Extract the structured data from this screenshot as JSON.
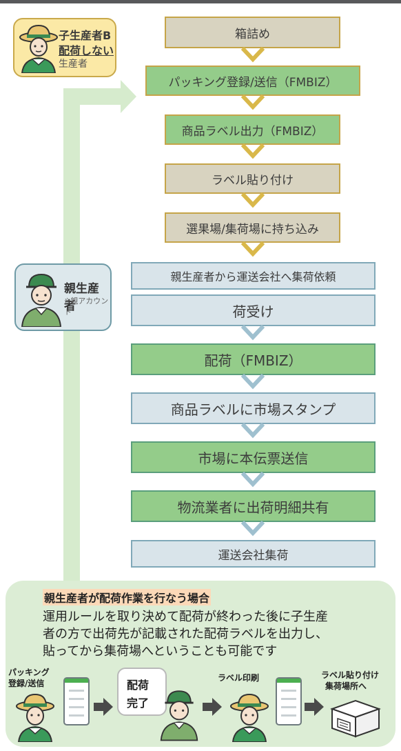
{
  "producer_b": {
    "line1": "子生産者B",
    "line2": "配荷しない",
    "line3": "生産者"
  },
  "parent": {
    "title": "親生産者",
    "note": "※親アカウント"
  },
  "steps": [
    "箱詰め",
    "パッキング登録/送信（FMBIZ）",
    "商品ラベル出力（FMBIZ）",
    "ラベル貼り付け",
    "選果場/集荷場に持ち込み",
    "親生産者から運送会社へ集荷依頼",
    "荷受け",
    "配荷（FMBIZ）",
    "商品ラベルに市場スタンプ",
    "市場に本伝票送信",
    "物流業者に出荷明細共有",
    "運送会社集荷"
  ],
  "bottom": {
    "heading": "親生産者が配荷作業を行なう場合",
    "body": [
      "運用ルールを取り決めて配荷が終わった後に子生産",
      "者の方で出荷先が記載された配荷ラベルを出力し、",
      "貼ってから集荷場へということも可能です"
    ],
    "label_packing": [
      "パッキング",
      "登録/送信"
    ],
    "bubble": [
      "配荷",
      "完了"
    ],
    "label_print": "ラベル印刷",
    "label_attach": [
      "ラベル貼り付け",
      "集荷場所へ"
    ]
  },
  "colors": {
    "tan": "#d8d3c0",
    "green": "#94cc8a",
    "blue": "#d9e4ea",
    "bottom": "#dcedd5",
    "arrow_gold": "#d9b84a",
    "arrow_blue": "#9fc0cf",
    "arrow_green": "#d6ebcd"
  }
}
